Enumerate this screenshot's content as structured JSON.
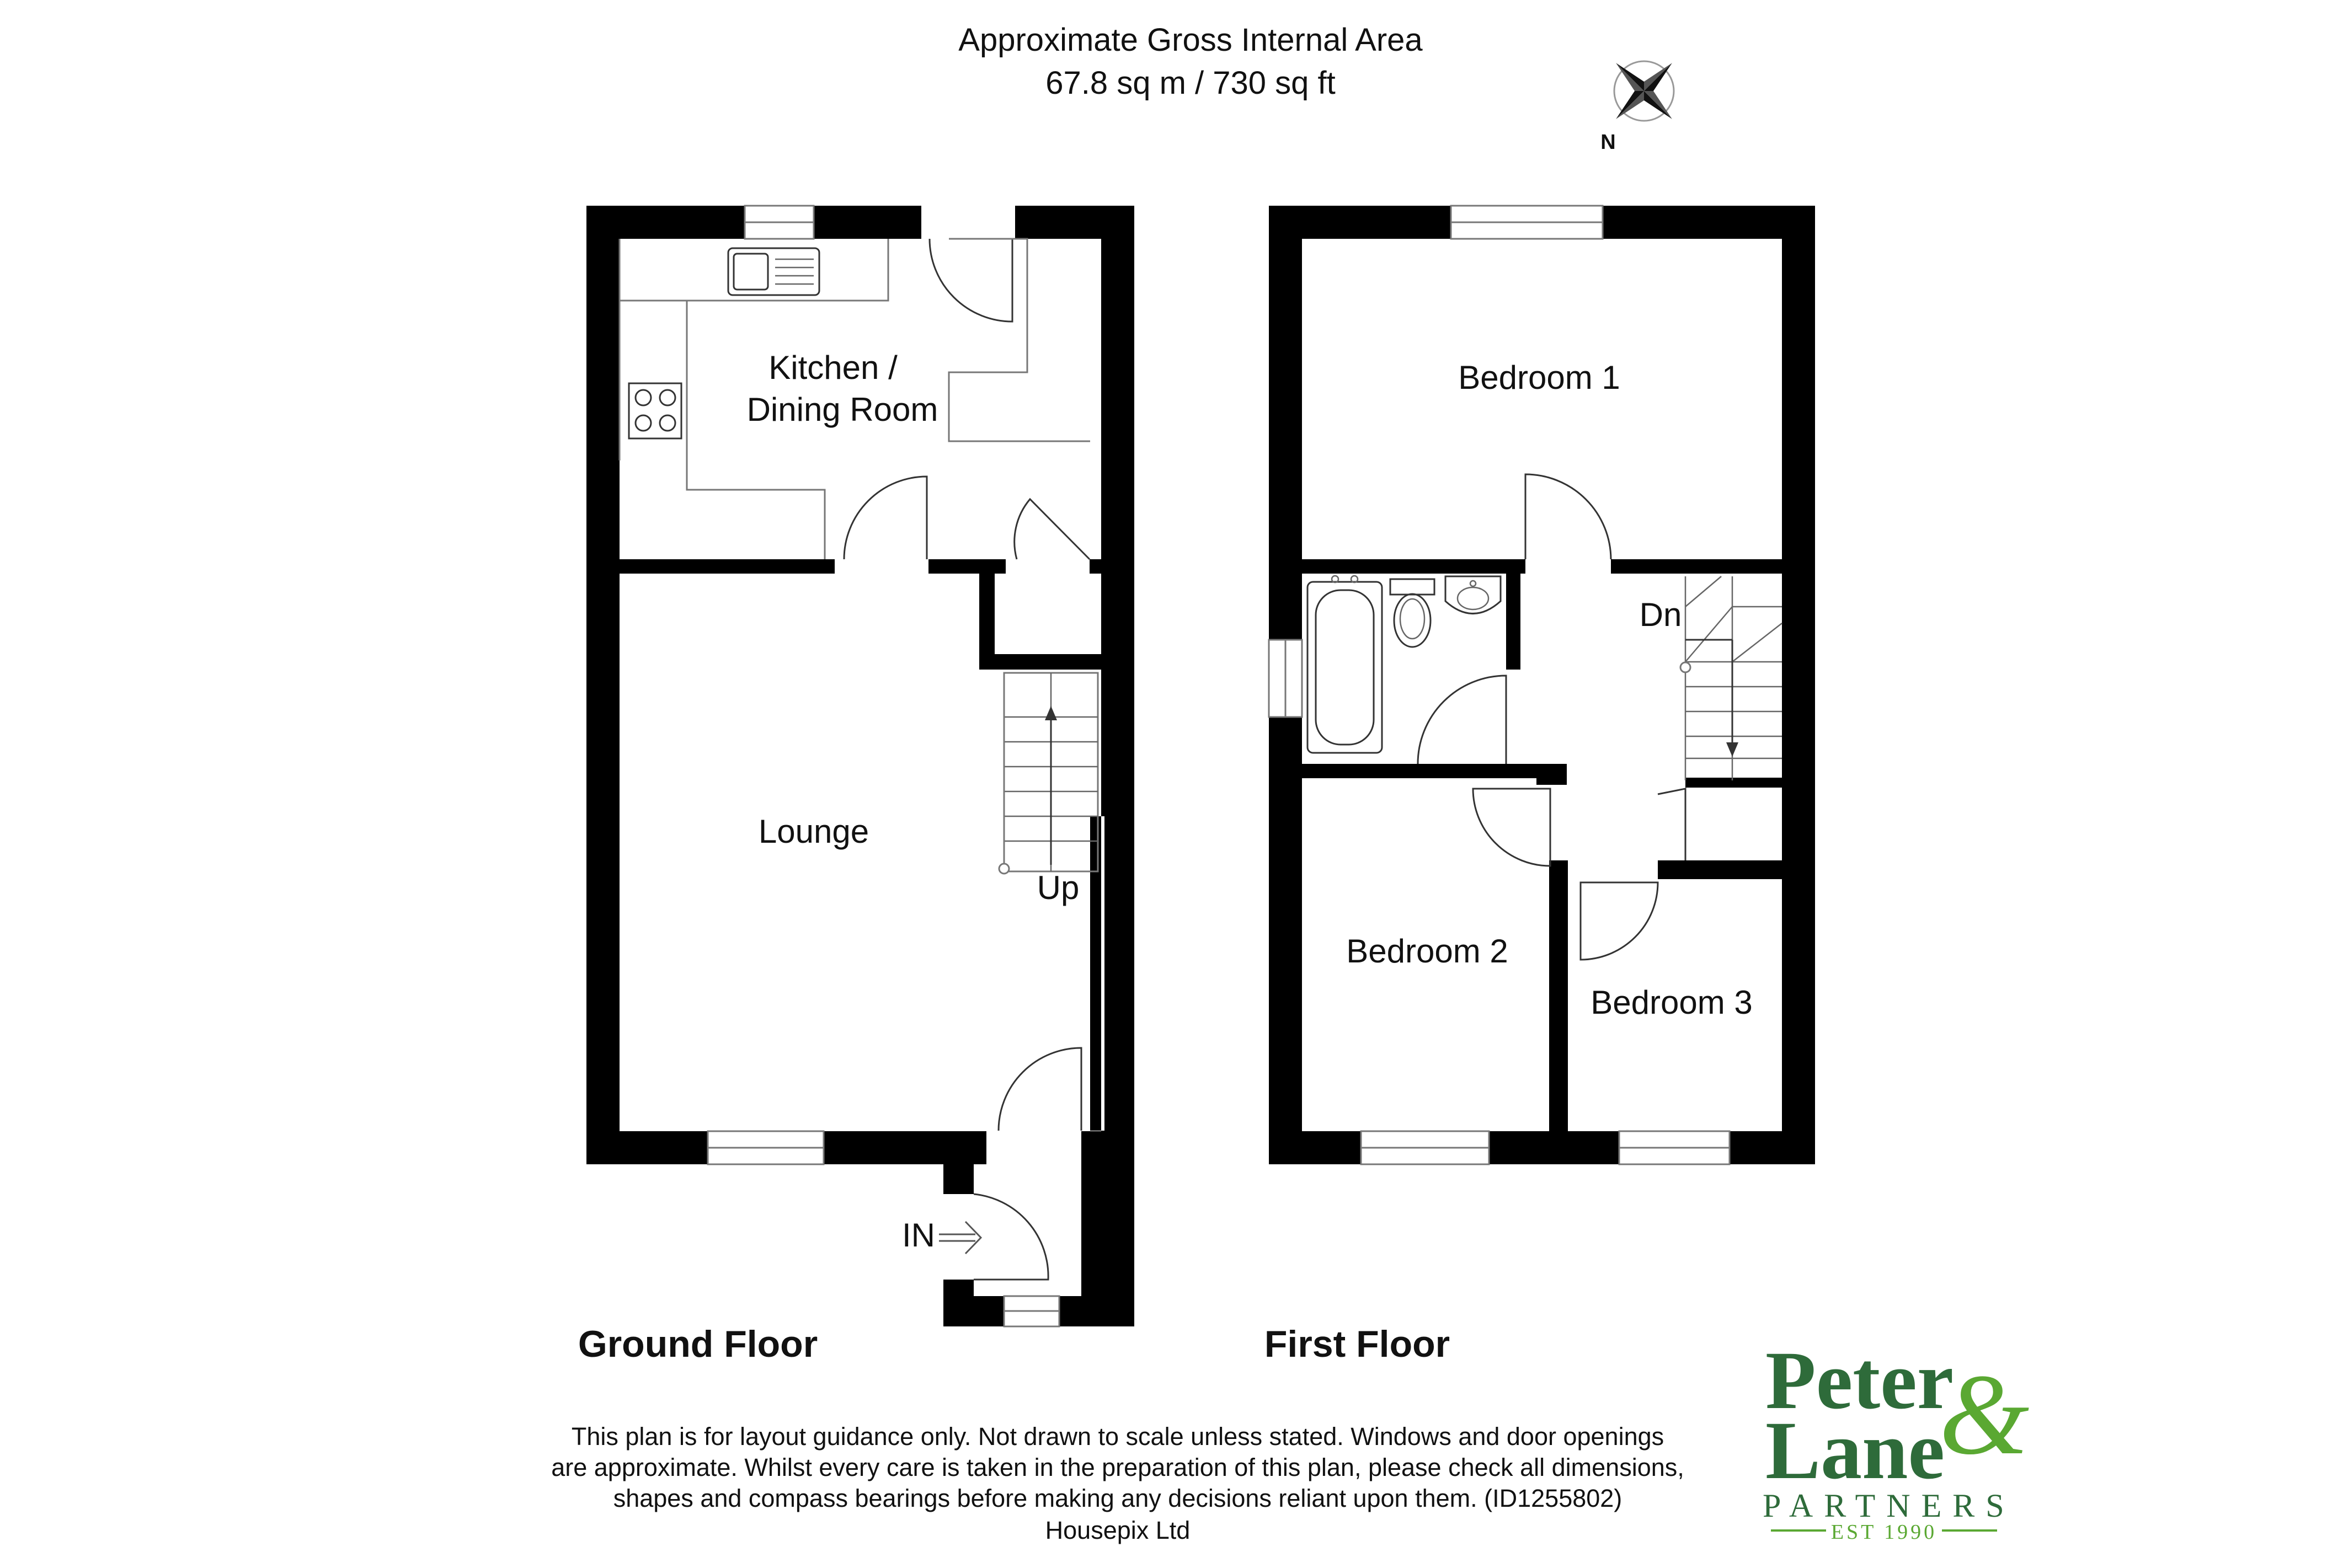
{
  "header": {
    "line1": "Approximate Gross Internal Area",
    "line2": "67.8 sq m / 730 sq ft"
  },
  "compass": {
    "label": "N"
  },
  "ground_floor": {
    "title": "Ground Floor",
    "rooms": {
      "kitchen_line1": "Kitchen /",
      "kitchen_line2": "Dining Room",
      "lounge": "Lounge"
    },
    "stairs_label": "Up",
    "entrance_label": "IN"
  },
  "first_floor": {
    "title": "First Floor",
    "rooms": {
      "bedroom1": "Bedroom 1",
      "bedroom2": "Bedroom 2",
      "bedroom3": "Bedroom 3"
    },
    "stairs_label": "Dn"
  },
  "disclaimer": {
    "line1": "This plan is for layout guidance only. Not drawn to scale unless stated. Windows and door openings",
    "line2": "are approximate. Whilst every care is taken in the preparation of this plan, please check all dimensions,",
    "line3": "shapes and compass bearings before making any decisions reliant upon them. (ID1255802)",
    "line4": "Housepix Ltd"
  },
  "logo": {
    "line1": "Peter",
    "ampersand": "&",
    "line2": "Lane",
    "line3": "PARTNERS",
    "line4": "EST 1990",
    "color": "#2e6b3a",
    "ampersand_color": "#5aa832"
  }
}
